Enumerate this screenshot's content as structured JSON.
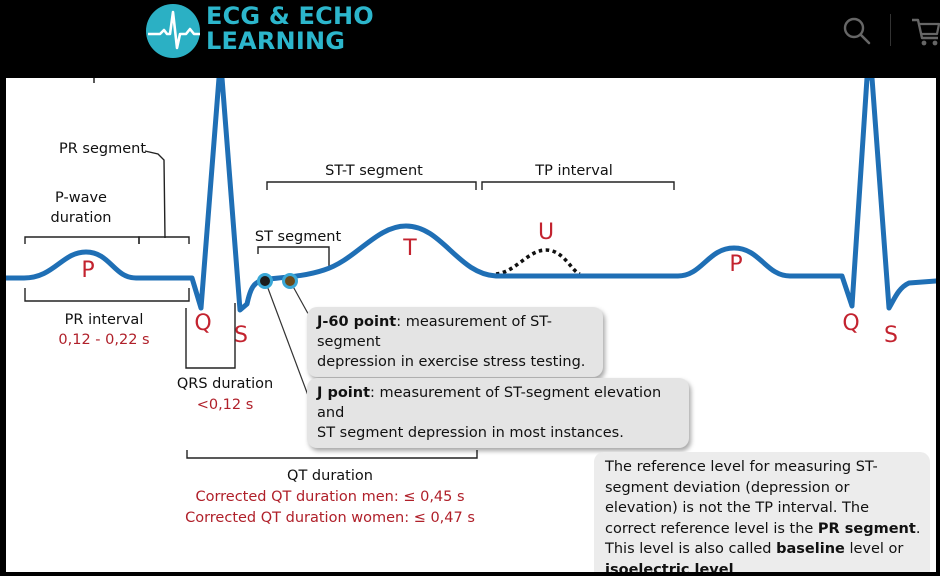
{
  "brand": {
    "line1": "ECG & ECHO",
    "line2": "LEARNING"
  },
  "icons": {
    "logo": "ecg-heart-logo-icon",
    "search": "search-icon",
    "cart": "cart-icon"
  },
  "colors": {
    "waveform": "#1f6fb5",
    "accent_red": "#c3232f",
    "brand": "#2cb6cc"
  },
  "diagram": {
    "labels": {
      "pr_segment": "PR segment",
      "p_wave_duration_1": "P-wave",
      "p_wave_duration_2": "duration",
      "pr_interval": "PR interval",
      "pr_interval_value": "0,12 - 0,22 s",
      "qrs_duration": "QRS duration",
      "qrs_duration_value": "<0,12 s",
      "st_t_segment": "ST-T segment",
      "tp_interval": "TP interval",
      "st_segment": "ST segment",
      "qt_duration": "QT duration",
      "qt_corrected_men": "Corrected QT duration men: ≤ 0,45 s",
      "qt_corrected_women": "Corrected QT duration women: ≤ 0,47 s"
    },
    "waves": {
      "p1": "P",
      "q1": "Q",
      "s1": "S",
      "t": "T",
      "u": "U",
      "p2": "P",
      "q2": "Q",
      "s2": "S"
    },
    "callouts": {
      "j60_bold": "J-60 point",
      "j60_text": ": measurement of ST-segment",
      "j60_text2": "depression in exercise stress testing.",
      "j_bold": "J point",
      "j_text": ": measurement of ST-segment elevation and",
      "j_text2": "ST segment depression in most instances."
    },
    "note": {
      "part1": "The reference level for measuring ST-segment deviation (depression or elevation) is not the TP interval. The correct reference level is the ",
      "bold1": "PR segment",
      "part2": ". This level is also called ",
      "bold2": "baseline",
      "part3": " level or ",
      "bold3": "isoelectric level",
      "part4": "."
    }
  }
}
